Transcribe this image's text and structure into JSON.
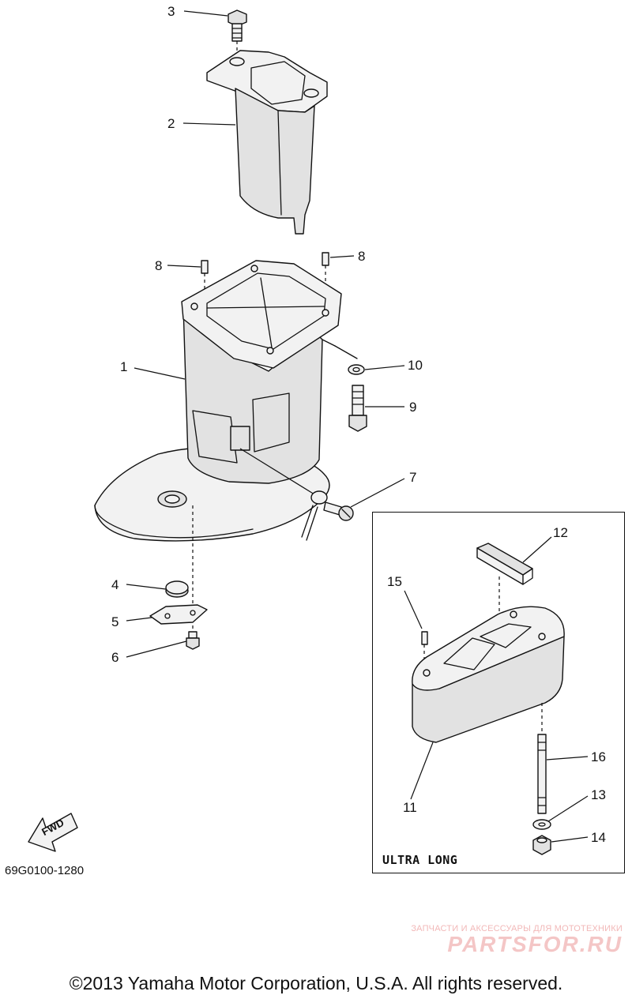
{
  "callouts": {
    "c1": "1",
    "c2": "2",
    "c3": "3",
    "c4": "4",
    "c5": "5",
    "c6": "6",
    "c7": "7",
    "c8a": "8",
    "c8b": "8",
    "c9": "9",
    "c10": "10",
    "c11": "11",
    "c12": "12",
    "c13": "13",
    "c14": "14",
    "c15": "15",
    "c16": "16"
  },
  "inset_label": "ULTRA LONG",
  "fwd_label": "FWD",
  "document_code": "69G0100-1280",
  "watermark": {
    "tagline": "ЗАПЧАСТИ И АКСЕССУАРЫ ДЛЯ МОТОТЕХНИКИ",
    "logo": "PARTSFOR.RU"
  },
  "copyright": "©2013 Yamaha Motor Corporation, U.S.A. All rights reserved."
}
